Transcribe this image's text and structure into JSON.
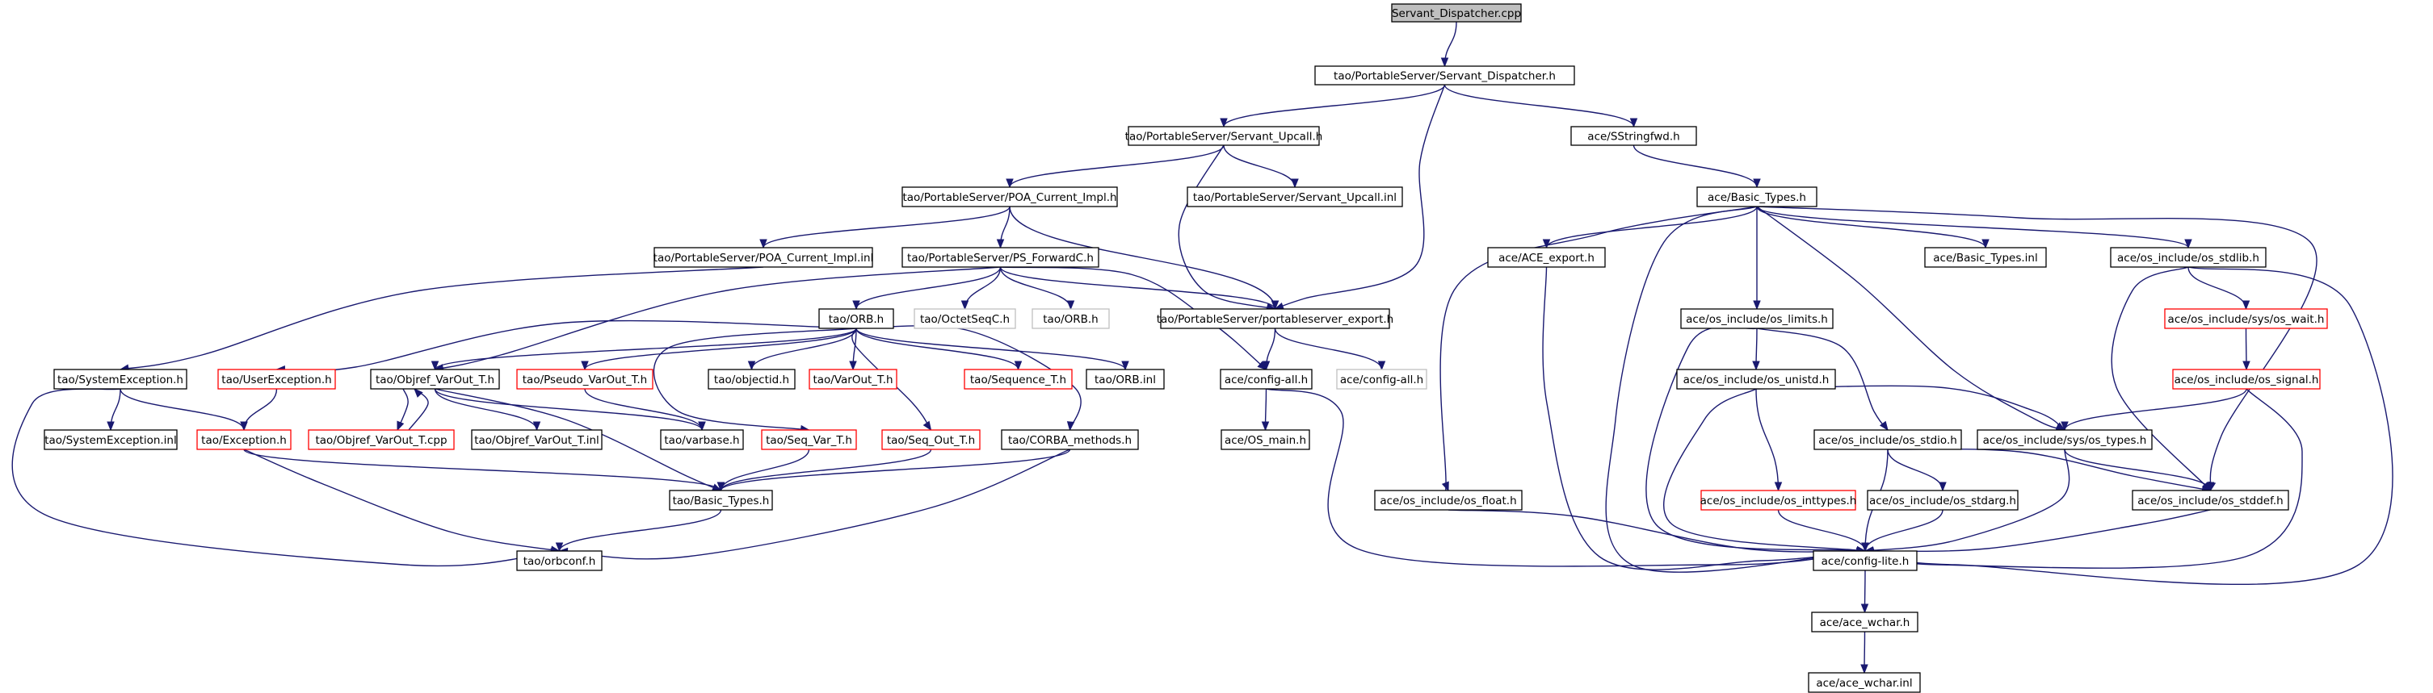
{
  "diagram": {
    "title": "Servant_Dispatcher.cpp",
    "colors": {
      "edge": "#191970",
      "root_fill": "#bfbfbf",
      "border_normal": "#000000",
      "border_truncated": "#ff0000",
      "border_external": "#bfbfbf"
    },
    "nodes": [
      {
        "id": "n0",
        "label": "Servant_Dispatcher.cpp",
        "style": "root"
      },
      {
        "id": "n1",
        "label": "tao/PortableServer/Servant_Dispatcher.h",
        "style": "black"
      },
      {
        "id": "n2",
        "label": "tao/PortableServer/Servant_Upcall.h",
        "style": "black"
      },
      {
        "id": "n3",
        "label": "ace/SStringfwd.h",
        "style": "black"
      },
      {
        "id": "n4",
        "label": "tao/PortableServer/POA_Current_Impl.h",
        "style": "black"
      },
      {
        "id": "n5",
        "label": "tao/PortableServer/Servant_Upcall.inl",
        "style": "black"
      },
      {
        "id": "n6",
        "label": "ace/Basic_Types.h",
        "style": "black"
      },
      {
        "id": "n7",
        "label": "tao/PortableServer/POA_Current_Impl.inl",
        "style": "black"
      },
      {
        "id": "n8",
        "label": "tao/PortableServer/PS_ForwardC.h",
        "style": "black"
      },
      {
        "id": "n9",
        "label": "ace/ACE_export.h",
        "style": "black"
      },
      {
        "id": "n10",
        "label": "ace/Basic_Types.inl",
        "style": "black"
      },
      {
        "id": "n11",
        "label": "ace/os_include/os_stdlib.h",
        "style": "black"
      },
      {
        "id": "n12",
        "label": "tao/ORB.h",
        "style": "black"
      },
      {
        "id": "n13",
        "label": "tao/OctetSeqC.h",
        "style": "grey"
      },
      {
        "id": "n14",
        "label": "tao/ORB.h",
        "style": "grey"
      },
      {
        "id": "n15",
        "label": "tao/PortableServer/portableserver_export.h",
        "style": "black"
      },
      {
        "id": "n16",
        "label": "ace/os_include/os_limits.h",
        "style": "black"
      },
      {
        "id": "n17",
        "label": "ace/os_include/sys/os_wait.h",
        "style": "red"
      },
      {
        "id": "n18",
        "label": "tao/SystemException.h",
        "style": "black"
      },
      {
        "id": "n19",
        "label": "tao/UserException.h",
        "style": "red"
      },
      {
        "id": "n20",
        "label": "tao/Objref_VarOut_T.h",
        "style": "black"
      },
      {
        "id": "n21",
        "label": "tao/Pseudo_VarOut_T.h",
        "style": "red"
      },
      {
        "id": "n22",
        "label": "tao/objectid.h",
        "style": "black"
      },
      {
        "id": "n23",
        "label": "tao/VarOut_T.h",
        "style": "red"
      },
      {
        "id": "n24",
        "label": "tao/Sequence_T.h",
        "style": "red"
      },
      {
        "id": "n25",
        "label": "tao/ORB.inl",
        "style": "black"
      },
      {
        "id": "n26",
        "label": "ace/config-all.h",
        "style": "black"
      },
      {
        "id": "n27",
        "label": "ace/config-all.h",
        "style": "grey"
      },
      {
        "id": "n28",
        "label": "ace/os_include/os_unistd.h",
        "style": "black"
      },
      {
        "id": "n29",
        "label": "ace/os_include/os_signal.h",
        "style": "red"
      },
      {
        "id": "n30",
        "label": "tao/SystemException.inl",
        "style": "black"
      },
      {
        "id": "n31",
        "label": "tao/Exception.h",
        "style": "red"
      },
      {
        "id": "n32",
        "label": "tao/Objref_VarOut_T.cpp",
        "style": "red"
      },
      {
        "id": "n33",
        "label": "tao/Objref_VarOut_T.inl",
        "style": "black"
      },
      {
        "id": "n34",
        "label": "tao/varbase.h",
        "style": "black"
      },
      {
        "id": "n35",
        "label": "tao/Seq_Var_T.h",
        "style": "red"
      },
      {
        "id": "n36",
        "label": "tao/Seq_Out_T.h",
        "style": "red"
      },
      {
        "id": "n37",
        "label": "tao/CORBA_methods.h",
        "style": "black"
      },
      {
        "id": "n38",
        "label": "ace/OS_main.h",
        "style": "black"
      },
      {
        "id": "n39",
        "label": "ace/os_include/os_stdio.h",
        "style": "black"
      },
      {
        "id": "n40",
        "label": "ace/os_include/sys/os_types.h",
        "style": "black"
      },
      {
        "id": "n41",
        "label": "tao/Basic_Types.h",
        "style": "black"
      },
      {
        "id": "n42",
        "label": "ace/os_include/os_float.h",
        "style": "black"
      },
      {
        "id": "n43",
        "label": "ace/os_include/os_inttypes.h",
        "style": "red"
      },
      {
        "id": "n44",
        "label": "ace/os_include/os_stdarg.h",
        "style": "black"
      },
      {
        "id": "n45",
        "label": "ace/os_include/os_stddef.h",
        "style": "black"
      },
      {
        "id": "n46",
        "label": "tao/orbconf.h",
        "style": "black"
      },
      {
        "id": "n47",
        "label": "ace/config-lite.h",
        "style": "black"
      },
      {
        "id": "n48",
        "label": "ace/ace_wchar.h",
        "style": "black"
      },
      {
        "id": "n49",
        "label": "ace/ace_wchar.inl",
        "style": "black"
      }
    ],
    "edges": [
      [
        "n0",
        "n1"
      ],
      [
        "n1",
        "n2"
      ],
      [
        "n1",
        "n15"
      ],
      [
        "n1",
        "n3"
      ],
      [
        "n2",
        "n4"
      ],
      [
        "n2",
        "n15"
      ],
      [
        "n2",
        "n5"
      ],
      [
        "n3",
        "n6"
      ],
      [
        "n4",
        "n7"
      ],
      [
        "n4",
        "n8"
      ],
      [
        "n4",
        "n15"
      ],
      [
        "n7",
        "n18"
      ],
      [
        "n8",
        "n12"
      ],
      [
        "n8",
        "n13"
      ],
      [
        "n8",
        "n14"
      ],
      [
        "n8",
        "n15"
      ],
      [
        "n8",
        "n26"
      ],
      [
        "n8",
        "n20"
      ],
      [
        "n12",
        "n19"
      ],
      [
        "n12",
        "n20"
      ],
      [
        "n12",
        "n21"
      ],
      [
        "n12",
        "n22"
      ],
      [
        "n12",
        "n23"
      ],
      [
        "n12",
        "n24"
      ],
      [
        "n12",
        "n25"
      ],
      [
        "n12",
        "n35"
      ],
      [
        "n12",
        "n36"
      ],
      [
        "n12",
        "n37"
      ],
      [
        "n15",
        "n26"
      ],
      [
        "n15",
        "n27"
      ],
      [
        "n26",
        "n38"
      ],
      [
        "n26",
        "n47"
      ],
      [
        "n18",
        "n30"
      ],
      [
        "n18",
        "n31"
      ],
      [
        "n18",
        "n46"
      ],
      [
        "n19",
        "n31"
      ],
      [
        "n20",
        "n32"
      ],
      [
        "n32",
        "n20"
      ],
      [
        "n20",
        "n33"
      ],
      [
        "n20",
        "n34"
      ],
      [
        "n20",
        "n41"
      ],
      [
        "n21",
        "n34"
      ],
      [
        "n31",
        "n41"
      ],
      [
        "n31",
        "n46"
      ],
      [
        "n35",
        "n41"
      ],
      [
        "n36",
        "n41"
      ],
      [
        "n37",
        "n41"
      ],
      [
        "n37",
        "n46"
      ],
      [
        "n41",
        "n46"
      ],
      [
        "n6",
        "n9"
      ],
      [
        "n6",
        "n10"
      ],
      [
        "n6",
        "n11"
      ],
      [
        "n6",
        "n16"
      ],
      [
        "n6",
        "n42"
      ],
      [
        "n6",
        "n47"
      ],
      [
        "n6",
        "n40"
      ],
      [
        "n6",
        "n45"
      ],
      [
        "n9",
        "n47"
      ],
      [
        "n11",
        "n17"
      ],
      [
        "n11",
        "n45"
      ],
      [
        "n11",
        "n47"
      ],
      [
        "n17",
        "n29"
      ],
      [
        "n29",
        "n40"
      ],
      [
        "n29",
        "n47"
      ],
      [
        "n16",
        "n28"
      ],
      [
        "n16",
        "n39"
      ],
      [
        "n16",
        "n47"
      ],
      [
        "n28",
        "n40"
      ],
      [
        "n28",
        "n43"
      ],
      [
        "n28",
        "n47"
      ],
      [
        "n39",
        "n44"
      ],
      [
        "n39",
        "n45"
      ],
      [
        "n39",
        "n47"
      ],
      [
        "n40",
        "n45"
      ],
      [
        "n40",
        "n47"
      ],
      [
        "n42",
        "n47"
      ],
      [
        "n43",
        "n47"
      ],
      [
        "n44",
        "n47"
      ],
      [
        "n45",
        "n47"
      ],
      [
        "n47",
        "n48"
      ],
      [
        "n48",
        "n49"
      ]
    ]
  }
}
